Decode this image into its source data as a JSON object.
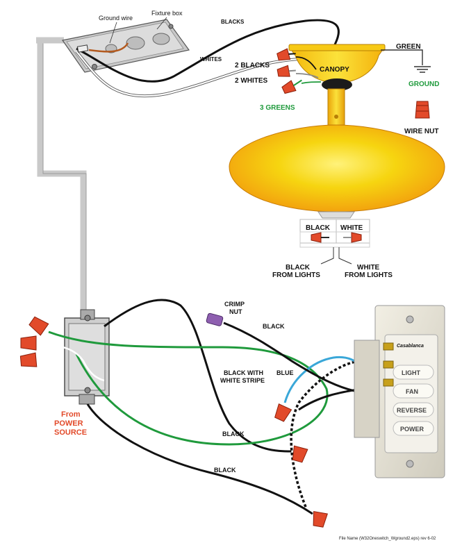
{
  "labels": {
    "ground_wire": "Ground wire",
    "fixture_box": "Fixture box",
    "blacks_top": "BLACKS",
    "whites_top": "WHITES",
    "two_blacks": "2 BLACKS",
    "two_whites": "2 WHITES",
    "three_greens": "3 GREENS",
    "canopy": "CANOPY",
    "green": "GREEN",
    "ground": "GROUND",
    "wire_nut": "WIRE NUT",
    "light_black": "BLACK",
    "light_white": "WHITE",
    "black_from_lights_1": "BLACK",
    "black_from_lights_2": "FROM LIGHTS",
    "white_from_lights_1": "WHITE",
    "white_from_lights_2": "FROM LIGHTS",
    "crimp_nut_1": "CRIMP",
    "crimp_nut_2": "NUT",
    "black_switch": "BLACK",
    "black_with_stripe_1": "BLACK WITH",
    "black_with_stripe_2": "WHITE STRIPE",
    "blue": "BLUE",
    "power_source_1": "From",
    "power_source_2": "POWER",
    "power_source_3": "SOURCE",
    "black_mid": "BLACK",
    "black_low": "BLACK",
    "file_name": "File Name (W32Oneswitch_Wground2.eps) rev 6-02"
  },
  "switch": {
    "brand": "Casablanca",
    "buttons": [
      "LIGHT",
      "FAN",
      "REVERSE",
      "POWER"
    ]
  },
  "colors": {
    "canopy_yellow": "#f6d510",
    "fan_orange": "#f4a012",
    "wire_black": "#111111",
    "wire_white": "#ffffff",
    "wire_green": "#1f9a3c",
    "wire_blue": "#3aa7d8",
    "wire_nut_red": "#e24a2a",
    "label_green": "#1f9a3c",
    "label_red": "#e24a2a",
    "conduit_gray": "#c9c9c9"
  }
}
